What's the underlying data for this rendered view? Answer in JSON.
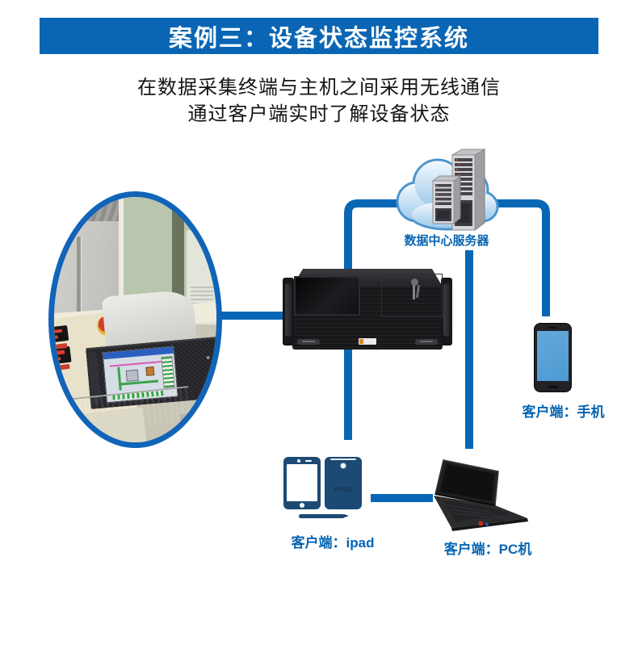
{
  "header": {
    "title": "案例三：设备状态监控系统",
    "subtitle_line1": "在数据采集终端与主机之间采用无线通信",
    "subtitle_line2": "通过客户端实时了解设备状态"
  },
  "nodes": {
    "datacenter": {
      "label": "数据中心服务器"
    },
    "phone_client": {
      "label": "客户端：手机"
    },
    "ipad_client": {
      "label": "客户端：ipad",
      "device_text": "IPAD"
    },
    "pc_client": {
      "label": "客户端：PC机"
    }
  },
  "colors": {
    "banner": "#0a66b4",
    "connector": "#0767b5",
    "label_text": "#0765b2",
    "tablet_navy": "#1c4a74",
    "phone_screen": "#4e9bd3"
  }
}
